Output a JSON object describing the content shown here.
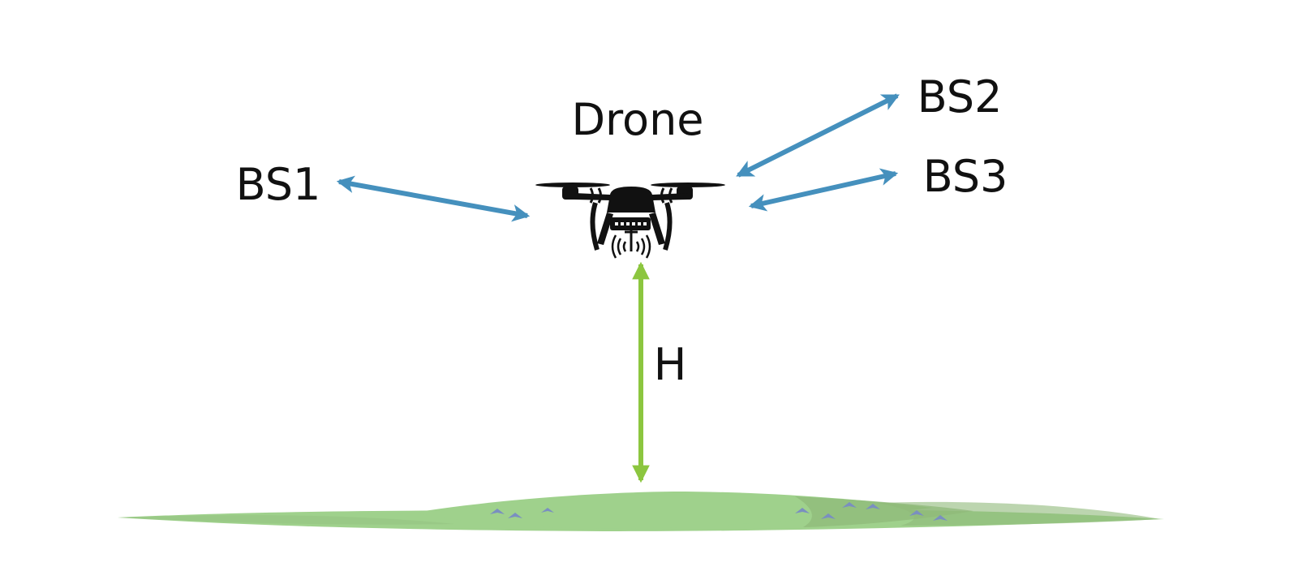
{
  "labels": {
    "drone": "Drone",
    "bs1": "BS1",
    "bs2": "BS2",
    "bs3": "BS3",
    "height": "H"
  },
  "colors": {
    "link_arrow": "#4590bd",
    "height_arrow": "#8cc63f",
    "ground_light": "#9fd18c",
    "ground_dark": "#8fb97a",
    "ground_markers": "#7a8fc0",
    "drone_body": "#111111"
  },
  "icons": {
    "drone": "quadcopter-drone-icon",
    "signal": "wireless-signal-icon"
  }
}
